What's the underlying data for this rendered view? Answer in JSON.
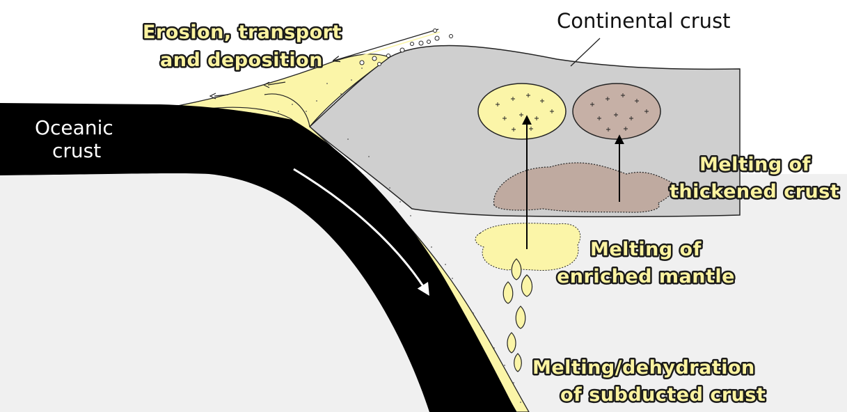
{
  "labels": {
    "continental_crust": "Continental crust",
    "oceanic_crust_line1": "Oceanic",
    "oceanic_crust_line2": "crust",
    "erosion_line1": "Erosion, transport",
    "erosion_line2": "and deposition",
    "melt_thick_line1": "Melting of",
    "melt_thick_line2": "thickened crust",
    "melt_mantle_line1": "Melting of",
    "melt_mantle_line2": "enriched mantle",
    "melt_sub_line1": "Melting/dehydration",
    "melt_sub_line2": "of subducted crust"
  },
  "colors": {
    "mantle": "#f0f0f0",
    "continental_crust": "#cfcfcf",
    "oceanic_crust": "#000000",
    "sediment": "#fbf5a8",
    "thickened_crust_melt": "#bfaaa0",
    "highlight_text": "#fbf3a0"
  }
}
